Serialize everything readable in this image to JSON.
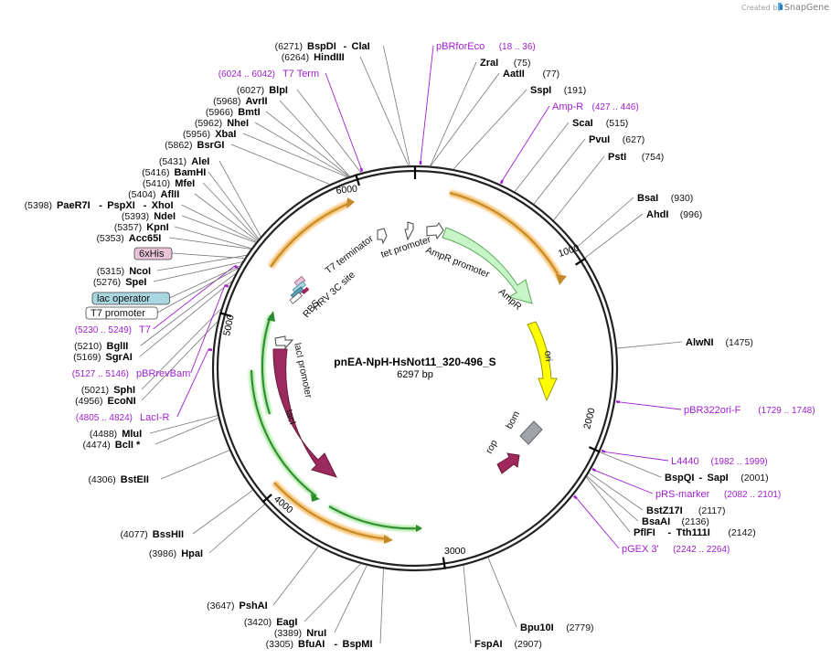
{
  "credit": {
    "prefix": "Created by",
    "brand": "SnapGene"
  },
  "plasmid": {
    "name": "pnEA-NpH-HsNot11_320-496_S",
    "size_label": "6297 bp",
    "length": 6297
  },
  "ticks": [
    "1000",
    "2000",
    "3000",
    "4000",
    "5000",
    "6000"
  ],
  "features": [
    {
      "name": "AmpR promoter",
      "type": "promoter"
    },
    {
      "name": "AmpR",
      "type": "cds"
    },
    {
      "name": "ori",
      "type": "origin"
    },
    {
      "name": "bom",
      "type": "misc"
    },
    {
      "name": "rop",
      "type": "cds"
    },
    {
      "name": "lacI",
      "type": "cds"
    },
    {
      "name": "lacI promoter",
      "type": "promoter"
    },
    {
      "name": "tet promoter",
      "type": "promoter"
    },
    {
      "name": "T7 terminator",
      "type": "terminator"
    },
    {
      "name": "HRV 3C site",
      "type": "site"
    },
    {
      "name": "RBS",
      "type": "rbs"
    }
  ],
  "boxed_features": [
    {
      "name": "6xHis",
      "fill": "#e8c4d6"
    },
    {
      "name": "lac operator",
      "fill": "#a9d6e0"
    },
    {
      "name": "T7 promoter",
      "fill": "#ffffff"
    }
  ],
  "primers": [
    {
      "name": "pBRforEco",
      "pos": "(18 .. 36)"
    },
    {
      "name": "Amp-R",
      "pos": "(427 .. 446)"
    },
    {
      "name": "pBR322ori-F",
      "pos": "(1729 .. 1748)"
    },
    {
      "name": "L4440",
      "pos": "(1982 .. 1999)"
    },
    {
      "name": "pRS-marker",
      "pos": "(2082 .. 2101)"
    },
    {
      "name": "pGEX 3'",
      "pos": "(2242 .. 2264)"
    },
    {
      "name": "T7 Term",
      "pos": "(6024 .. 6042)"
    },
    {
      "name": "T7",
      "pos": "(5230 .. 5249)"
    },
    {
      "name": "pBRrevBam",
      "pos": "(5127 .. 5146)"
    },
    {
      "name": "LacI-R",
      "pos": "(4805 .. 4824)"
    }
  ],
  "enzymes_right": [
    {
      "name": "ZraI",
      "pos": "(75)"
    },
    {
      "name": "AatII",
      "pos": "(77)"
    },
    {
      "name": "SspI",
      "pos": "(191)"
    },
    {
      "name": "ScaI",
      "pos": "(515)"
    },
    {
      "name": "PvuI",
      "pos": "(627)"
    },
    {
      "name": "PstI",
      "pos": "(754)"
    },
    {
      "name": "BsaI",
      "pos": "(930)"
    },
    {
      "name": "AhdI",
      "pos": "(996)"
    },
    {
      "name": "AlwNI",
      "pos": "(1475)"
    },
    {
      "name": "BspQI",
      "name2": "SapI",
      "pos": "(2001)"
    },
    {
      "name": "BstZ17I",
      "pos": "(2117)"
    },
    {
      "name": "BsaAI",
      "pos": "(2136)"
    },
    {
      "name": "PflFI",
      "name2": "Tth111I",
      "pos": "(2142)"
    },
    {
      "name": "Bpu10I",
      "pos": "(2779)"
    },
    {
      "name": "FspAI",
      "pos": "(2907)"
    }
  ],
  "enzymes_left": [
    {
      "name": "BspDI",
      "name2": "ClaI",
      "pos": "(6271)"
    },
    {
      "name": "HindIII",
      "pos": "(6264)"
    },
    {
      "name": "BlpI",
      "pos": "(6027)"
    },
    {
      "name": "AvrII",
      "pos": "(5968)"
    },
    {
      "name": "BmtI",
      "pos": "(5966)"
    },
    {
      "name": "NheI",
      "pos": "(5962)"
    },
    {
      "name": "XbaI",
      "pos": "(5956)"
    },
    {
      "name": "BsrGI",
      "pos": "(5862)"
    },
    {
      "name": "AleI",
      "pos": "(5431)"
    },
    {
      "name": "BamHI",
      "pos": "(5416)"
    },
    {
      "name": "MfeI",
      "pos": "(5410)"
    },
    {
      "name": "AflII",
      "pos": "(5404)"
    },
    {
      "name": "PaeR7I",
      "name2": "PspXI",
      "name3": "XhoI",
      "pos": "(5398)"
    },
    {
      "name": "NdeI",
      "pos": "(5393)"
    },
    {
      "name": "KpnI",
      "pos": "(5357)"
    },
    {
      "name": "Acc65I",
      "pos": "(5353)"
    },
    {
      "name": "NcoI",
      "pos": "(5315)"
    },
    {
      "name": "SpeI",
      "pos": "(5276)"
    },
    {
      "name": "BglII",
      "pos": "(5210)"
    },
    {
      "name": "SgrAI",
      "pos": "(5169)"
    },
    {
      "name": "SphI",
      "pos": "(5021)"
    },
    {
      "name": "EcoNI",
      "pos": "(4956)"
    },
    {
      "name": "MluI",
      "pos": "(4488)"
    },
    {
      "name": "BclI *",
      "pos": "(4474)"
    },
    {
      "name": "BstEII",
      "pos": "(4306)"
    },
    {
      "name": "BssHII",
      "pos": "(4077)"
    },
    {
      "name": "HpaI",
      "pos": "(3986)"
    },
    {
      "name": "PshAI",
      "pos": "(3647)"
    },
    {
      "name": "EagI",
      "pos": "(3420)"
    },
    {
      "name": "NruI",
      "pos": "(3389)"
    },
    {
      "name": "BfuAI",
      "name2": "BspMI",
      "pos": "(3305)"
    }
  ]
}
